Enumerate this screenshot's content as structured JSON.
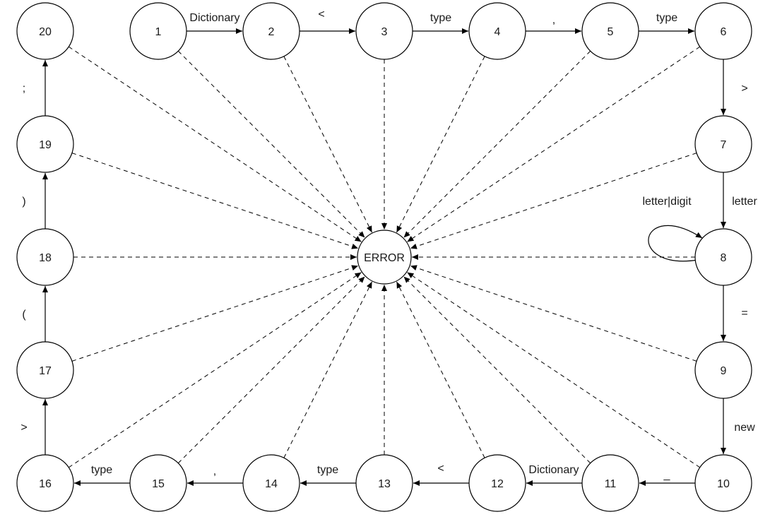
{
  "diagram": {
    "error_state": "ERROR",
    "states": [
      "1",
      "2",
      "3",
      "4",
      "5",
      "6",
      "7",
      "8",
      "9",
      "10",
      "11",
      "12",
      "13",
      "14",
      "15",
      "16",
      "17",
      "18",
      "19",
      "20"
    ],
    "transitions": [
      {
        "from": "1",
        "to": "2",
        "label": "Dictionary"
      },
      {
        "from": "2",
        "to": "3",
        "label": "<"
      },
      {
        "from": "3",
        "to": "4",
        "label": "type"
      },
      {
        "from": "4",
        "to": "5",
        "label": ","
      },
      {
        "from": "5",
        "to": "6",
        "label": "type"
      },
      {
        "from": "6",
        "to": "7",
        "label": ">"
      },
      {
        "from": "7",
        "to": "8",
        "label": "letter"
      },
      {
        "from": "8",
        "to": "8",
        "label": "letter|digit"
      },
      {
        "from": "8",
        "to": "9",
        "label": "="
      },
      {
        "from": "9",
        "to": "10",
        "label": "new"
      },
      {
        "from": "10",
        "to": "11",
        "label": "_"
      },
      {
        "from": "11",
        "to": "12",
        "label": "Dictionary"
      },
      {
        "from": "12",
        "to": "13",
        "label": "<"
      },
      {
        "from": "13",
        "to": "14",
        "label": "type"
      },
      {
        "from": "14",
        "to": "15",
        "label": ","
      },
      {
        "from": "15",
        "to": "16",
        "label": "type"
      },
      {
        "from": "16",
        "to": "17",
        "label": ">"
      },
      {
        "from": "17",
        "to": "18",
        "label": "("
      },
      {
        "from": "18",
        "to": "19",
        "label": ")"
      },
      {
        "from": "19",
        "to": "20",
        "label": ";"
      }
    ]
  }
}
